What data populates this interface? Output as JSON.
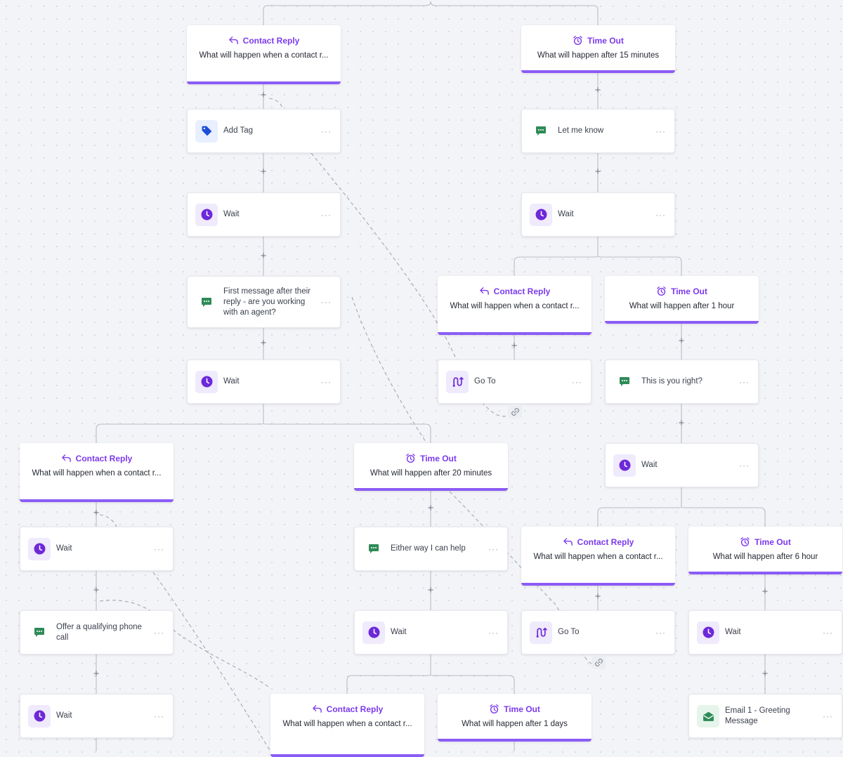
{
  "icons": {
    "contact_reply": "reply-arrow-icon",
    "time_out": "alarm-clock-icon",
    "wait": "clock-icon",
    "message": "message-bubble-icon",
    "tag": "tag-icon",
    "goto": "route-icon",
    "email": "envelope-icon",
    "link": "chain-link-icon"
  },
  "colors": {
    "accent": "#8b5cf6",
    "accent_text": "#7c3aed",
    "message_green": "#2e8b57",
    "tag_blue": "#1d4ed8"
  },
  "branch_types": {
    "contact_reply": "Contact Reply",
    "time_out": "Time Out"
  },
  "nodes": [
    {
      "id": "n1",
      "kind": "branch",
      "type": "contact_reply",
      "title": "Contact Reply",
      "desc": "What will happen when a contact r..."
    },
    {
      "id": "n2",
      "kind": "branch",
      "type": "time_out",
      "title": "Time Out",
      "desc": "What will happen after 15 minutes"
    },
    {
      "id": "n3",
      "kind": "action",
      "icon": "tag",
      "label": "Add Tag",
      "menu": "···"
    },
    {
      "id": "n4",
      "kind": "action",
      "icon": "message",
      "label": "Let me know",
      "menu": "···"
    },
    {
      "id": "n5",
      "kind": "action",
      "icon": "wait",
      "label": "Wait",
      "menu": "···"
    },
    {
      "id": "n6",
      "kind": "action",
      "icon": "wait",
      "label": "Wait",
      "menu": "···"
    },
    {
      "id": "n7",
      "kind": "action",
      "icon": "message",
      "label": "First message after their reply - are you working with an agent?",
      "menu": "···"
    },
    {
      "id": "n8",
      "kind": "branch",
      "type": "contact_reply",
      "title": "Contact Reply",
      "desc": "What will happen when a contact r..."
    },
    {
      "id": "n9",
      "kind": "branch",
      "type": "time_out",
      "title": "Time Out",
      "desc": "What will happen after 1 hour"
    },
    {
      "id": "n10",
      "kind": "action",
      "icon": "wait",
      "label": "Wait",
      "menu": "···"
    },
    {
      "id": "n11",
      "kind": "action",
      "icon": "goto",
      "label": "Go To",
      "menu": "···"
    },
    {
      "id": "n12",
      "kind": "action",
      "icon": "message",
      "label": "This is you right?",
      "menu": "···"
    },
    {
      "id": "n13",
      "kind": "branch",
      "type": "contact_reply",
      "title": "Contact Reply",
      "desc": "What will happen when a contact r..."
    },
    {
      "id": "n14",
      "kind": "branch",
      "type": "time_out",
      "title": "Time Out",
      "desc": "What will happen after 20 minutes"
    },
    {
      "id": "n15",
      "kind": "action",
      "icon": "wait",
      "label": "Wait",
      "menu": "···"
    },
    {
      "id": "n16",
      "kind": "action",
      "icon": "wait",
      "label": "Wait",
      "menu": "···"
    },
    {
      "id": "n17",
      "kind": "action",
      "icon": "message",
      "label": "Either way I can help",
      "menu": "···"
    },
    {
      "id": "n18",
      "kind": "branch",
      "type": "contact_reply",
      "title": "Contact Reply",
      "desc": "What will happen when a contact r..."
    },
    {
      "id": "n19",
      "kind": "branch",
      "type": "time_out",
      "title": "Time Out",
      "desc": "What will happen after 6 hour"
    },
    {
      "id": "n20",
      "kind": "action",
      "icon": "message",
      "label": "Offer a qualifying phone call",
      "menu": "···"
    },
    {
      "id": "n21",
      "kind": "action",
      "icon": "wait",
      "label": "Wait",
      "menu": "···"
    },
    {
      "id": "n22",
      "kind": "action",
      "icon": "goto",
      "label": "Go To",
      "menu": "···"
    },
    {
      "id": "n23",
      "kind": "action",
      "icon": "wait",
      "label": "Wait",
      "menu": "···"
    },
    {
      "id": "n24",
      "kind": "action",
      "icon": "wait",
      "label": "Wait",
      "menu": "···"
    },
    {
      "id": "n25",
      "kind": "branch",
      "type": "contact_reply",
      "title": "Contact Reply",
      "desc": "What will happen when a contact r..."
    },
    {
      "id": "n26",
      "kind": "branch",
      "type": "time_out",
      "title": "Time Out",
      "desc": "What will happen after 1 days"
    },
    {
      "id": "n27",
      "kind": "action",
      "icon": "email",
      "label": "Email 1 - Greeting Message",
      "menu": "···"
    }
  ],
  "add_step_symbol": "+"
}
